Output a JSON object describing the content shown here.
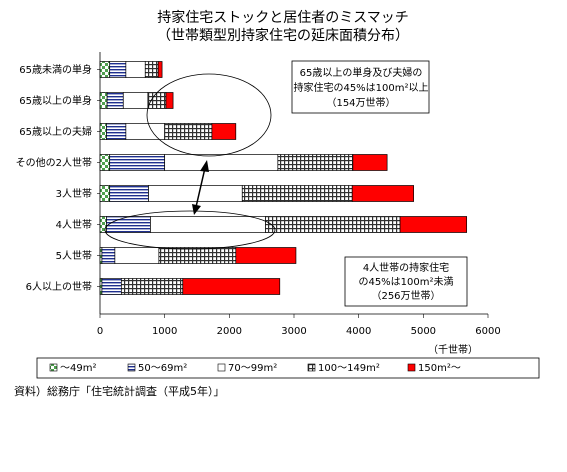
{
  "chart_data": {
    "type": "bar",
    "orientation": "horizontal",
    "stacked": true,
    "title": [
      "持家住宅ストックと居住者のミスマッチ",
      "（世帯類型別持家住宅の延床面積分布）"
    ],
    "categories": [
      "65歳未満の単身",
      "65歳以上の単身",
      "65歳以上の夫婦",
      "その他の2人世帯",
      "3人世帯",
      "4人世帯",
      "5人世帯",
      "6人以上の世帯"
    ],
    "series": [
      {
        "name": "～49m²",
        "values": [
          150,
          110,
          100,
          150,
          150,
          100,
          30,
          30
        ]
      },
      {
        "name": "50～69m²",
        "values": [
          250,
          250,
          300,
          850,
          600,
          680,
          200,
          300
        ]
      },
      {
        "name": "70～99m²",
        "values": [
          300,
          380,
          600,
          1750,
          1450,
          1780,
          680,
          0
        ]
      },
      {
        "name": "100～149m²",
        "values": [
          200,
          280,
          730,
          1160,
          1700,
          2080,
          1190,
          950
        ]
      },
      {
        "name": "150m²～",
        "values": [
          60,
          110,
          370,
          530,
          950,
          1030,
          930,
          1500
        ]
      }
    ],
    "colors": [
      "#4fa04f",
      "#1f2f8f",
      "#ffffff",
      "#303030",
      "#ff0000"
    ],
    "xlim": [
      0,
      6000
    ],
    "xticks": [
      "0",
      "1000",
      "2000",
      "3000",
      "4000",
      "5000",
      "6000"
    ],
    "xunit": "（千世帯）",
    "annotations": [
      {
        "lines": [
          "65歳以上の単身及び夫婦の",
          "持家住宅の45%は100m²以上",
          "（154万世帯）"
        ]
      },
      {
        "lines": [
          "4人世帯の持家住宅",
          "の45%は100m²未満",
          "（256万世帯）"
        ]
      }
    ],
    "legend_position": "bottom",
    "source": "資料）総務庁「住宅統計調査（平成5年）」"
  }
}
